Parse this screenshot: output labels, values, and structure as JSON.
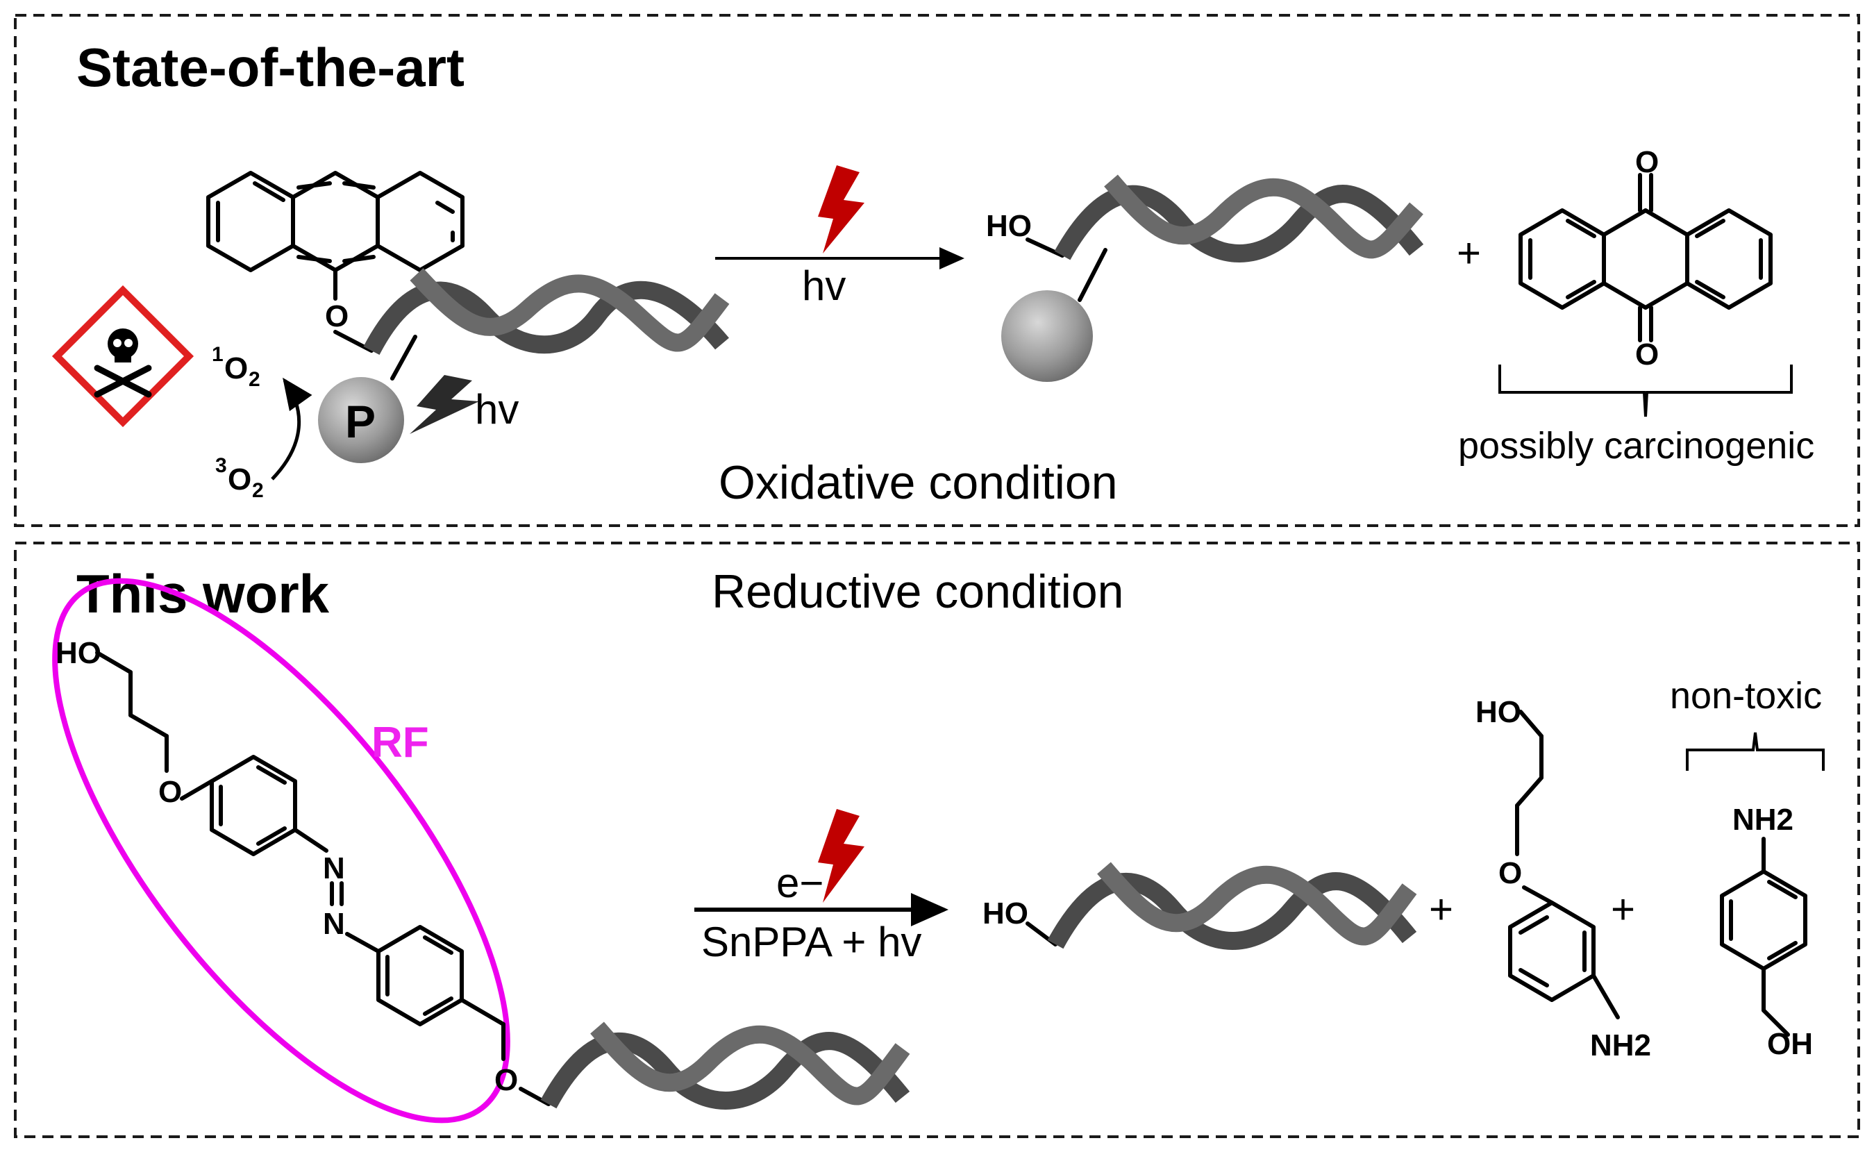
{
  "top_panel": {
    "title": "State-of-the-art",
    "arrow_label": "hv",
    "photosensitizer_label": "P",
    "excitation_label": "hv",
    "singlet_oxygen": {
      "base": "O",
      "sup": "1",
      "sub": "2"
    },
    "triplet_oxygen": {
      "base": "O",
      "sup": "3",
      "sub": "2"
    },
    "condition": "Oxidative condition",
    "product_label": "HO",
    "plus": "+",
    "byproduct_note": "possibly carcinogenic",
    "anthraquinone_atoms": {
      "top": "O",
      "bottom": "O"
    },
    "linker_atom": "O"
  },
  "bottom_panel": {
    "title": "This work",
    "condition": "Reductive condition",
    "rf_label": "RF",
    "start_atoms": {
      "hydroxyl": "HO",
      "ether1": "O",
      "n1": "N",
      "n2": "N",
      "ether2": "O"
    },
    "arrow_top_label": "e−",
    "arrow_bottom_label": "SnPPA + hv",
    "product_label": "HO",
    "plus1": "+",
    "plus2": "+",
    "product2_atoms": {
      "hydroxyl": "HO",
      "ether": "O",
      "amine": "NH2"
    },
    "product3_atoms": {
      "amine": "NH2",
      "hydroxyl": "OH"
    },
    "product3_note": "non-toxic"
  },
  "colors": {
    "lightning": "#c00000",
    "rf_ellipse": "#ee00ee",
    "rf_text": "#ee22ee",
    "hazard_border": "#e02020",
    "dna_dark": "#4a4a4a",
    "sphere": "#a0a0a0"
  }
}
